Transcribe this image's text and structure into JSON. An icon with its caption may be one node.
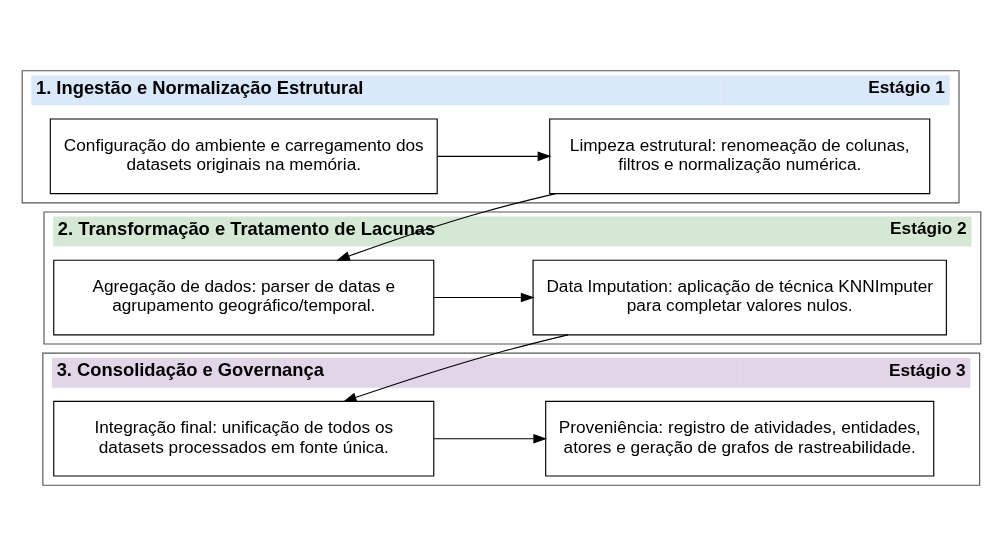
{
  "diagram": {
    "nodes": [
      {
        "text": [
          "1. Ingestão e Normalização Estrutural",
          "Estágio 1"
        ]
      },
      {
        "text": [
          "Configuração do ambiente e carregamento dos datasets originais na memória."
        ],
        "in": 0
      },
      {
        "text": [
          "Limpeza estrutural: renomeação de colunas, filtros e normalização numérica."
        ],
        "in": 0
      },
      {
        "text": [
          "2. Transformação e Tratamento de Lacunas",
          "Estágio 2"
        ]
      },
      {
        "text": [
          "Agregação de dados: parser de datas e agrupamento geográfico/temporal."
        ],
        "in": 3
      },
      {
        "text": [
          "Data Imputation: aplicação de técnica KNNImputer para completar valores nulos."
        ],
        "in": 3
      },
      {
        "text": [
          "3. Consolidação e Governança",
          "Estágio 3"
        ]
      },
      {
        "text": [
          "Integração final: unificação de todos os datasets processados em fonte única."
        ],
        "in": 6
      },
      {
        "text": [
          "Proveniência: registro de atividades, entidades, atores e geração de grafos de rastreabilidade."
        ],
        "in": 6
      }
    ],
    "edges": [
      {
        "from": 1,
        "to": 2,
        "arrow": "to"
      },
      {
        "from": 2,
        "to": 4,
        "arrow": "to"
      },
      {
        "from": 4,
        "to": 5,
        "arrow": "to"
      },
      {
        "from": 5,
        "to": 7,
        "arrow": "to"
      },
      {
        "from": 7,
        "to": 8,
        "arrow": "to"
      }
    ]
  }
}
